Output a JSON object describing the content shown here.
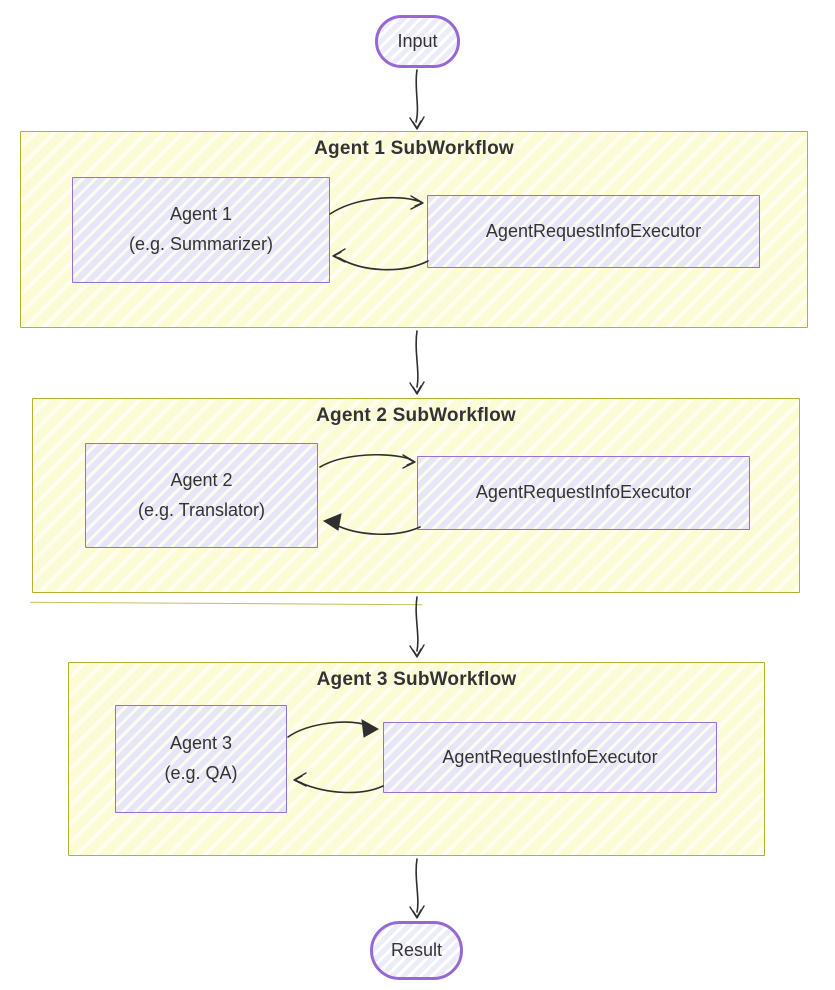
{
  "diagram": {
    "input_label": "Input",
    "result_label": "Result",
    "subworkflows": [
      {
        "title": "Agent 1 SubWorkflow",
        "agent_line1": "Agent 1",
        "agent_line2": "(e.g. Summarizer)",
        "executor_label": "AgentRequestInfoExecutor"
      },
      {
        "title": "Agent 2 SubWorkflow",
        "agent_line1": "Agent 2",
        "agent_line2": "(e.g. Translator)",
        "executor_label": "AgentRequestInfoExecutor"
      },
      {
        "title": "Agent 3 SubWorkflow",
        "agent_line1": "Agent 3",
        "agent_line2": "(e.g. QA)",
        "executor_label": "AgentRequestInfoExecutor"
      }
    ],
    "colors": {
      "node_fill": "#ECECFF",
      "node_border": "#9370DB",
      "subgraph_fill": "#FFFFDE",
      "subgraph_border": "#AAAA33",
      "edge": "#333333",
      "text": "#333333"
    }
  }
}
